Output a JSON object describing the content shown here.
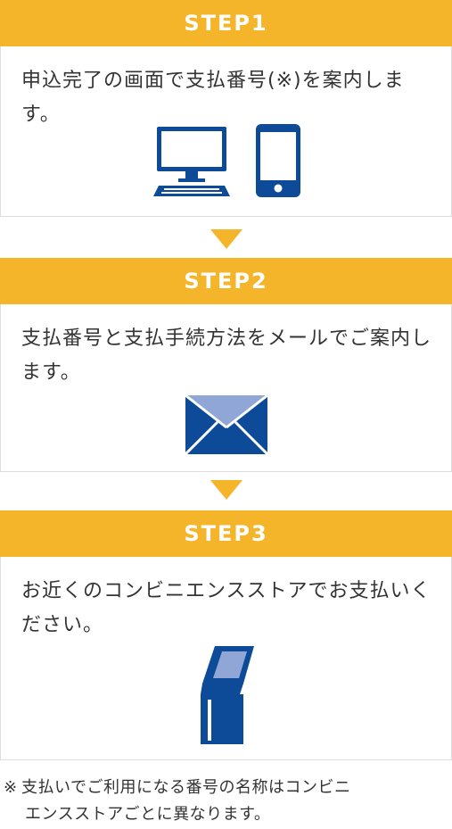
{
  "steps": [
    {
      "title": "STEP1",
      "text": "申込完了の画面で支払番号(※)を案内します。",
      "icons": [
        "desktop-computer-icon",
        "smartphone-icon"
      ]
    },
    {
      "title": "STEP2",
      "text": "支払番号と支払手続方法をメールでご案内します。",
      "icons": [
        "envelope-icon"
      ]
    },
    {
      "title": "STEP3",
      "text": "お近くのコンビニエンスストアでお支払いください。",
      "icons": [
        "kiosk-terminal-icon"
      ]
    }
  ],
  "note": {
    "mark": "※",
    "line1": "支払いでご利用になる番号の名称はコンビニ",
    "line2": "エンスストアごとに異なります。"
  },
  "colors": {
    "accent": "#f5b52a",
    "icon": "#0d4a97",
    "icon_light": "#8fa6d6",
    "border": "#dddddd",
    "text": "#333333"
  }
}
